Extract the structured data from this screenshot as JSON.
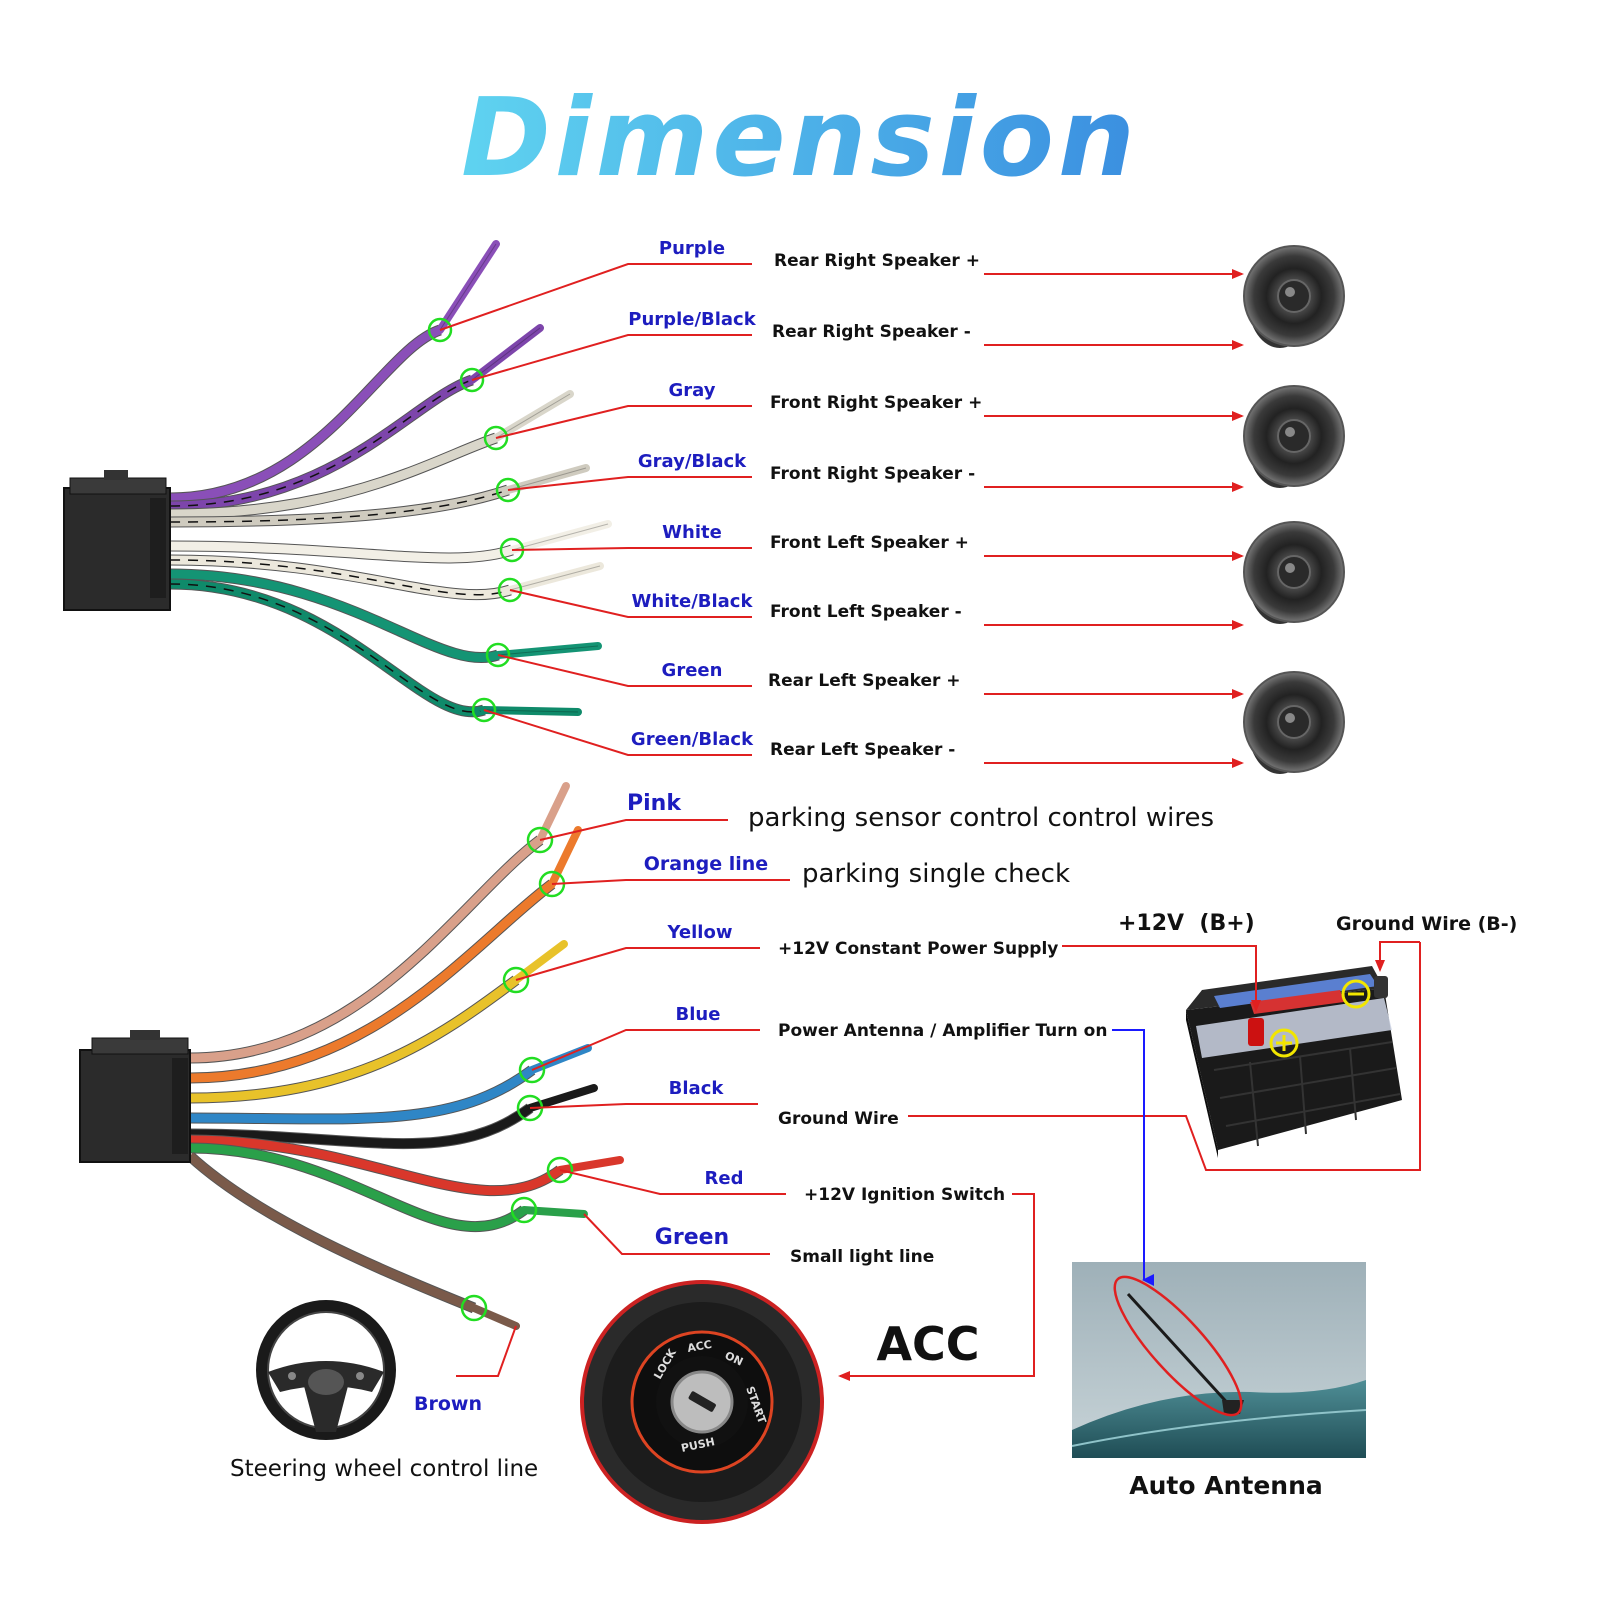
{
  "title": "Dimension",
  "colors": {
    "title_gradient_start": "#5fd3f0",
    "title_gradient_end": "#3b8fe0",
    "wire_label": "#1d1dbf",
    "leader_line": "#e02020",
    "antenna_line": "#1a1aff",
    "joint_circle": "#22dd22"
  },
  "speaker_wires": [
    {
      "color_name": "Purple",
      "function": "Rear Right Speaker +",
      "wire_hex": "#8a4fb8",
      "icon": "speaker-icon"
    },
    {
      "color_name": "Purple/Black",
      "function": "Rear Right Speaker -",
      "wire_hex": "#7d45ab",
      "icon": "speaker-icon"
    },
    {
      "color_name": "Gray",
      "function": "Front Right Speaker +",
      "wire_hex": "#d9d6ca",
      "icon": "speaker-icon"
    },
    {
      "color_name": "Gray/Black",
      "function": "Front Right Speaker -",
      "wire_hex": "#cfcbbf",
      "icon": "speaker-icon"
    },
    {
      "color_name": "White",
      "function": "Front Left Speaker +",
      "wire_hex": "#f2efe6",
      "icon": "speaker-icon"
    },
    {
      "color_name": "White/Black",
      "function": "Front Left Speaker -",
      "wire_hex": "#ece8dc",
      "icon": "speaker-icon"
    },
    {
      "color_name": "Green",
      "function": "Rear Left Speaker +",
      "wire_hex": "#149474",
      "icon": "speaker-icon"
    },
    {
      "color_name": "Green/Black",
      "function": "Rear Left Speaker -",
      "wire_hex": "#0f8a6a",
      "icon": "speaker-icon"
    }
  ],
  "power_wires": [
    {
      "color_name": "Pink",
      "function": "parking sensor control control wires",
      "wire_hex": "#d9a08a"
    },
    {
      "color_name": "Orange line",
      "function": "parking single check",
      "wire_hex": "#ec7a2c"
    },
    {
      "color_name": "Yellow",
      "function": "+12V Constant Power Supply",
      "wire_hex": "#e8c22a"
    },
    {
      "color_name": "Blue",
      "function": "Power Antenna / Amplifier Turn on",
      "wire_hex": "#2f86c6"
    },
    {
      "color_name": "Black",
      "function": "Ground Wire",
      "wire_hex": "#1a1a1a"
    },
    {
      "color_name": "Red",
      "function": "+12V  Ignition Switch",
      "wire_hex": "#d9372b"
    },
    {
      "color_name": "Green",
      "function": "Small light line",
      "wire_hex": "#2aa04a"
    },
    {
      "color_name": "Brown",
      "function": "Steering wheel control line",
      "wire_hex": "#7a5a4a"
    }
  ],
  "battery": {
    "positive_label": "+12V  (B+)",
    "negative_label": "Ground Wire (B-)",
    "icon": "car-battery-icon"
  },
  "ignition": {
    "label": "ACC",
    "ring_text": [
      "LOCK",
      "ACC",
      "ON",
      "START",
      "PUSH"
    ],
    "icon": "ignition-switch-icon"
  },
  "antenna": {
    "caption": "Auto Antenna",
    "icon": "car-antenna-icon"
  },
  "steering": {
    "icon": "steering-wheel-icon"
  }
}
